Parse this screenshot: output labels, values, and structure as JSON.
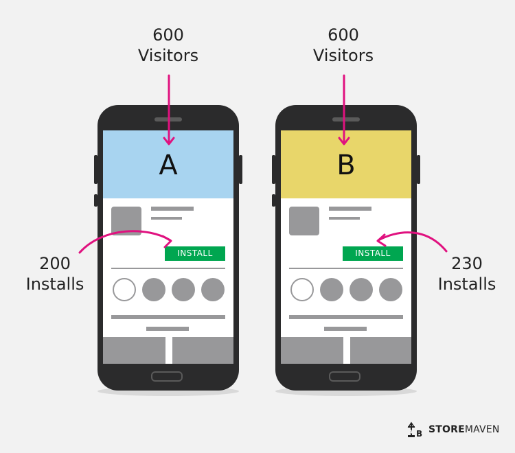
{
  "variants": [
    {
      "letter": "A",
      "visitors_count": "600",
      "visitors_label": "Visitors",
      "installs_count": "200",
      "installs_label": "Installs",
      "hero_color": "#a8d4f0",
      "button_label": "INSTALL"
    },
    {
      "letter": "B",
      "visitors_count": "600",
      "visitors_label": "Visitors",
      "installs_count": "230",
      "installs_label": "Installs",
      "hero_color": "#e8d66a",
      "button_label": "INSTALL"
    }
  ],
  "brand": {
    "name_bold": "STORE",
    "name_regular": "MAVEN",
    "icon": "ab-test-tower-icon"
  },
  "colors": {
    "arrow": "#e0117f",
    "install_button": "#00a650",
    "phone_body": "#2b2b2c",
    "placeholder": "#98989a",
    "background": "#f2f2f2"
  }
}
